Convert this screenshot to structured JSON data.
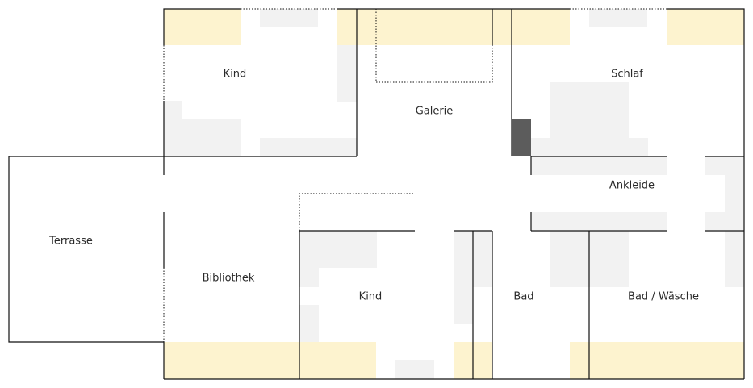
{
  "colors": {
    "window_fill": "#fdf3cf",
    "furniture_fill": "#f2f2f2",
    "wall_stroke": "#111111",
    "chimney_fill": "#5c5c5c",
    "label_color": "#2a2a2a"
  },
  "rooms": {
    "kind_top": "Kind",
    "galerie": "Galerie",
    "schlaf": "Schlaf",
    "terrasse": "Terrasse",
    "ankleide": "Ankleide",
    "bibliothek": "Bibliothek",
    "kind_bottom": "Kind",
    "bad": "Bad",
    "bad_waesche": "Bad / Wäsche"
  }
}
